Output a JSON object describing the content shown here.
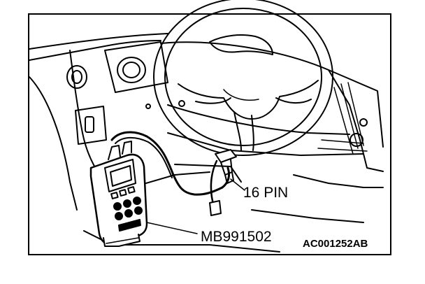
{
  "figure": {
    "callouts": {
      "connector": "16 PIN",
      "tool": "MB991502"
    },
    "figure_id": "AC001252AB"
  },
  "colors": {
    "ink": "#000000",
    "paper": "#ffffff"
  }
}
